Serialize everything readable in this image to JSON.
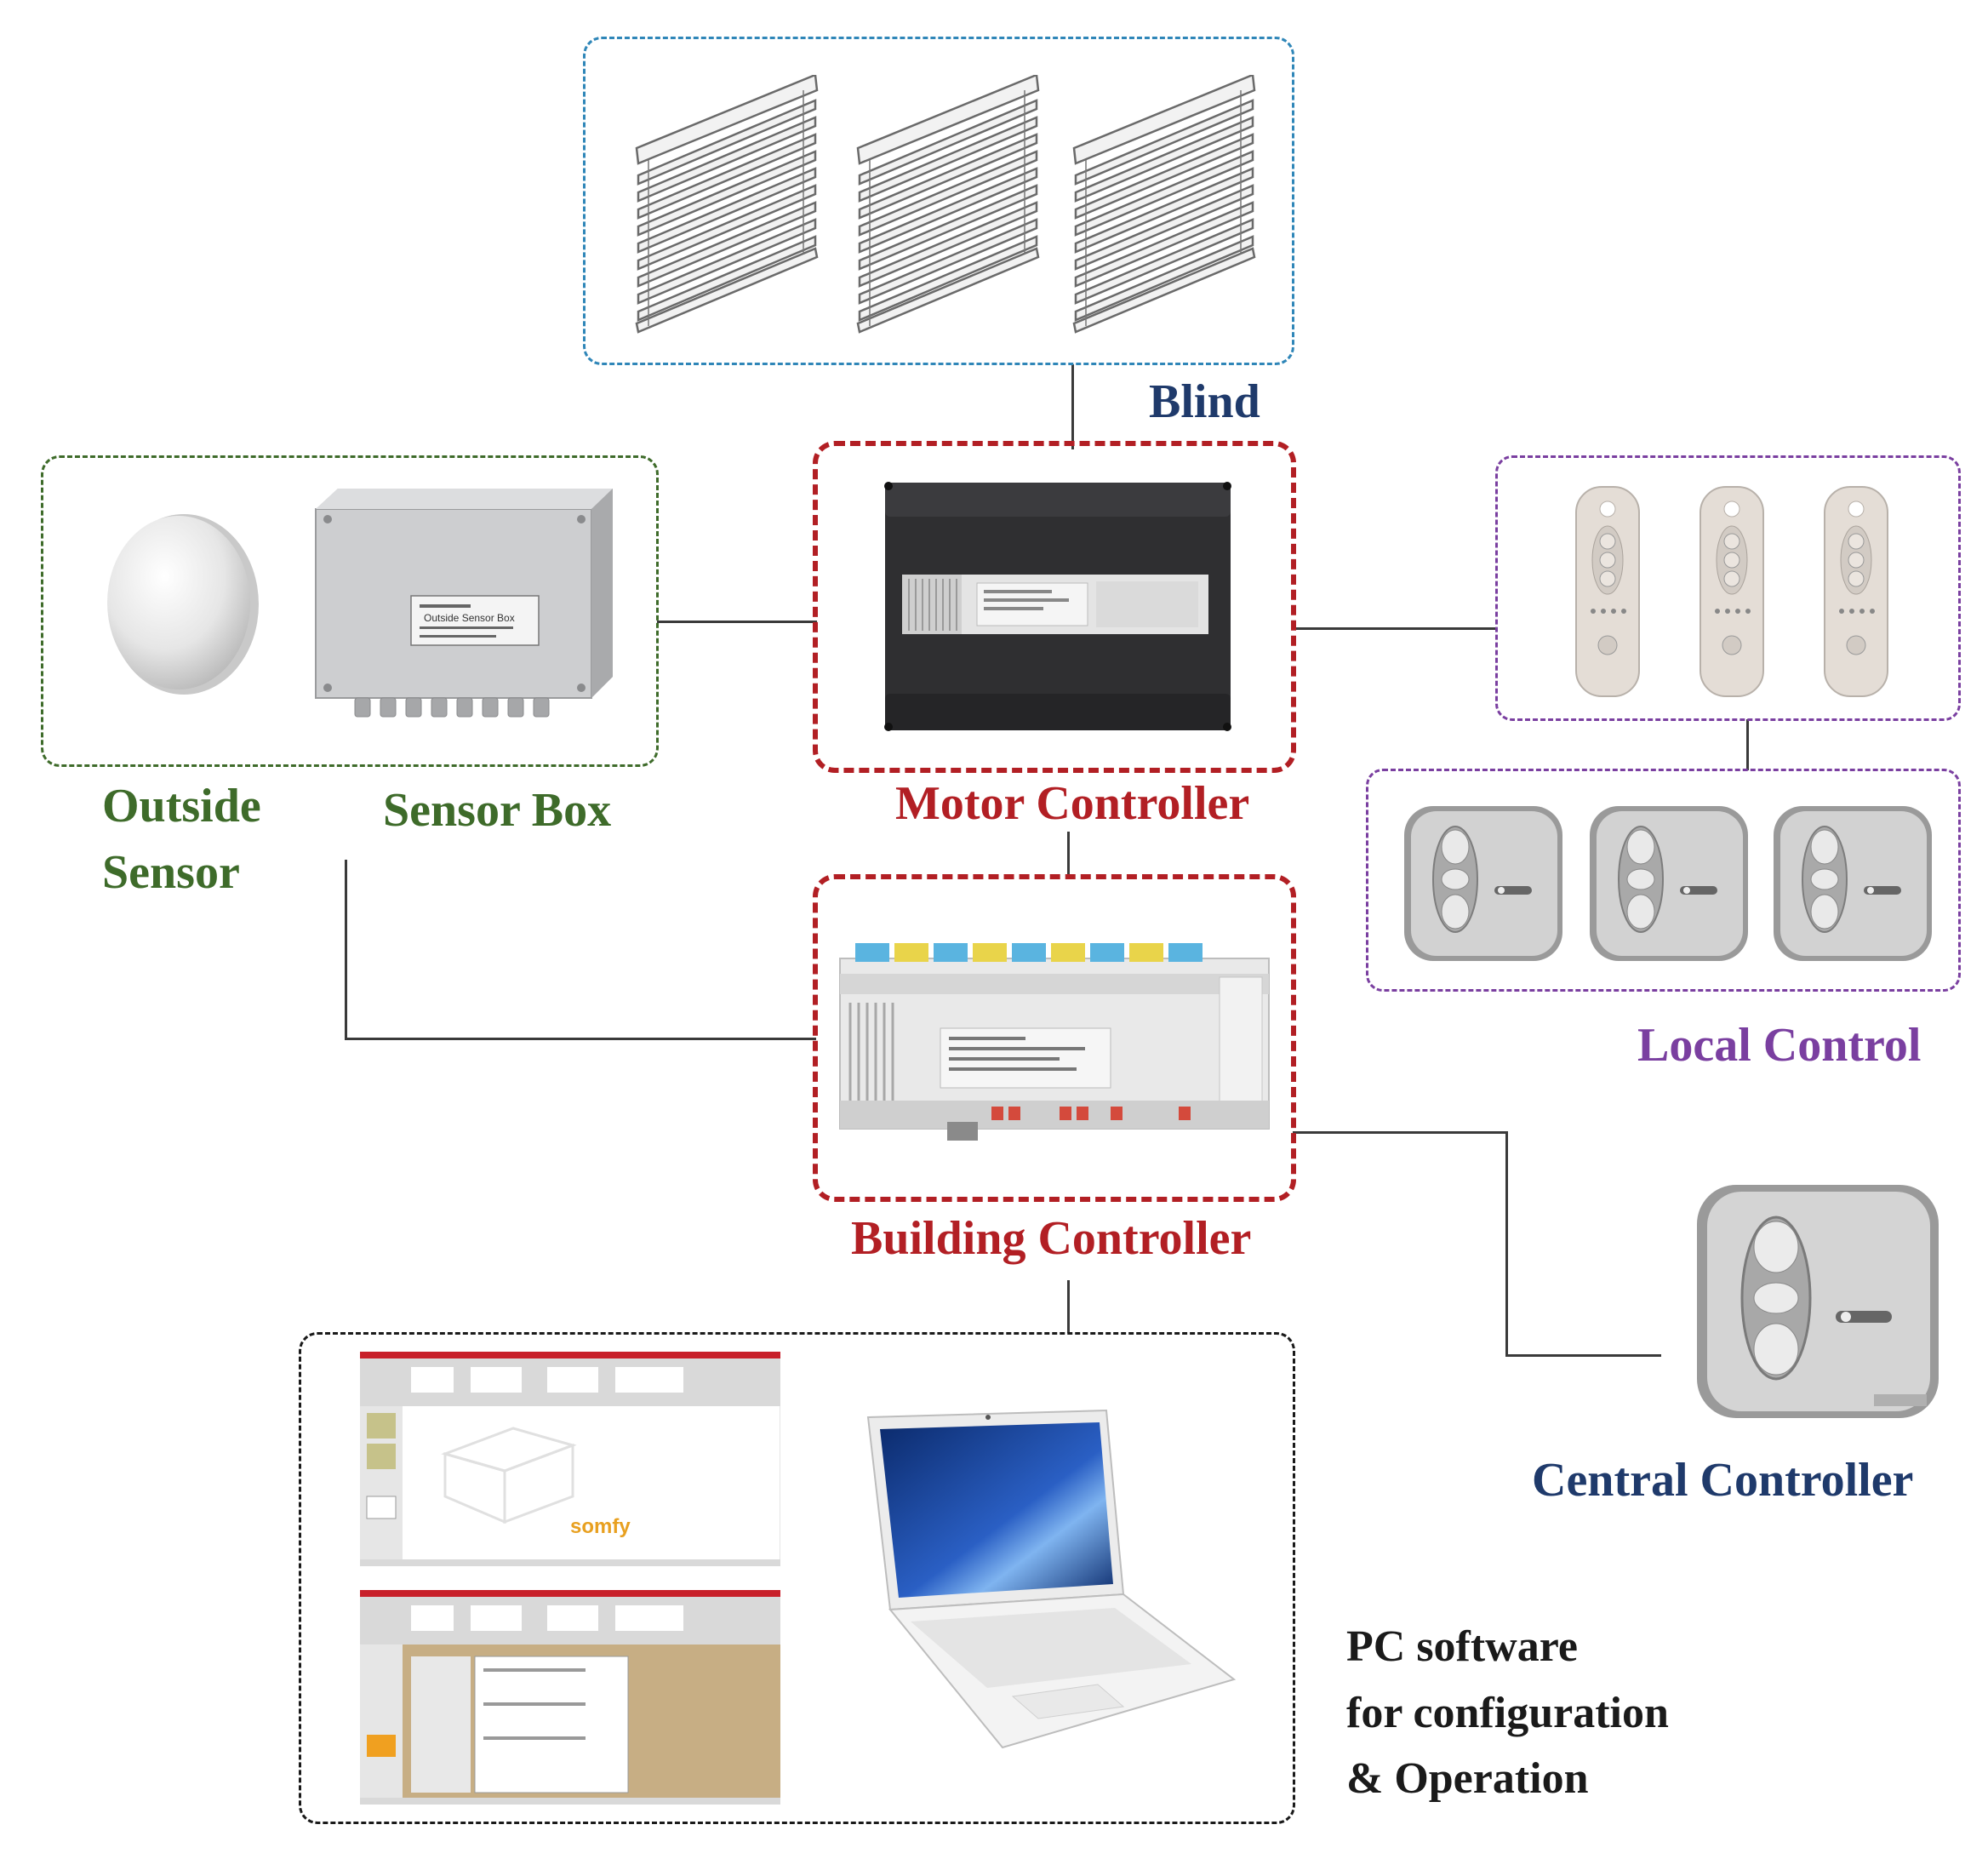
{
  "labels": {
    "blind": "Blind",
    "motor_controller": "Motor Controller",
    "outside_sensor_line1": "Outside",
    "outside_sensor_line2": "Sensor",
    "sensor_box": "Sensor Box",
    "local_control": "Local Control",
    "building_controller": "Building Controller",
    "central_controller": "Central Controller",
    "pc_software_line1": "PC software",
    "pc_software_line2": "for configuration",
    "pc_software_line3": "& Operation"
  },
  "device_text": {
    "sensor_box_plate": "Outside Sensor Box",
    "brand": "somfy"
  },
  "colors": {
    "blind": "#1f3a6b",
    "blind_box": "#2f86b8",
    "motor": "#b21f24",
    "sensor": "#3e6b2a",
    "local": "#7a3fa0",
    "central": "#1f3a6b",
    "pc": "#1a1a1a",
    "wire": "#3a3a3a",
    "brand_logo": "#e8a020"
  },
  "icons": {
    "blind": "venetian-blind-icon",
    "motor": "motor-controller-device-icon",
    "sensor": "dome-sensor-icon",
    "sensor_box": "junction-box-icon",
    "remote": "handheld-remote-icon",
    "wall_switch": "wall-switch-icon",
    "din_module": "din-rail-controller-icon",
    "laptop": "laptop-icon",
    "software": "software-screenshot-icon"
  }
}
